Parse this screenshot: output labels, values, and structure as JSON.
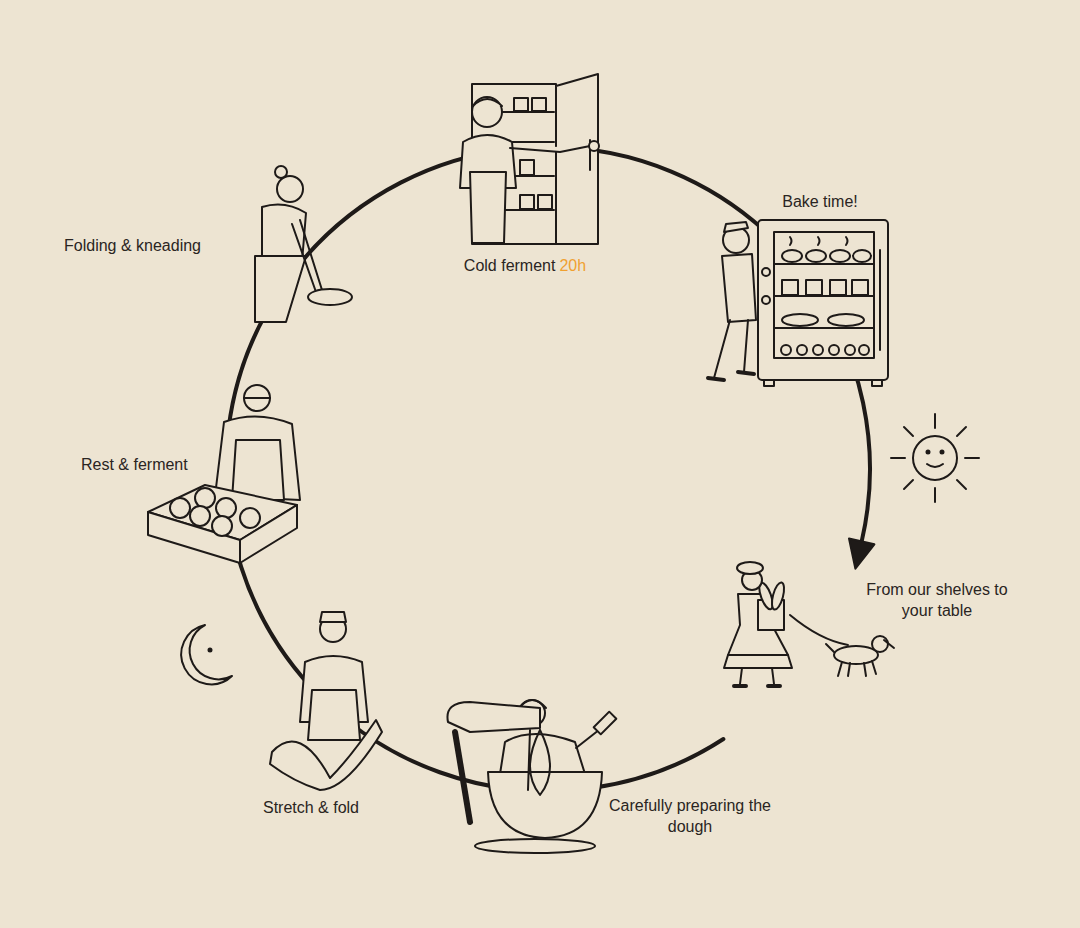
{
  "diagram": {
    "labels": [
      "Folding & kneading",
      "Cold ferment",
      "20h",
      "Bake time!",
      "Rest & ferment",
      "From our shelves to your table",
      "Stretch & fold",
      "Carefully preparing the dough"
    ]
  }
}
